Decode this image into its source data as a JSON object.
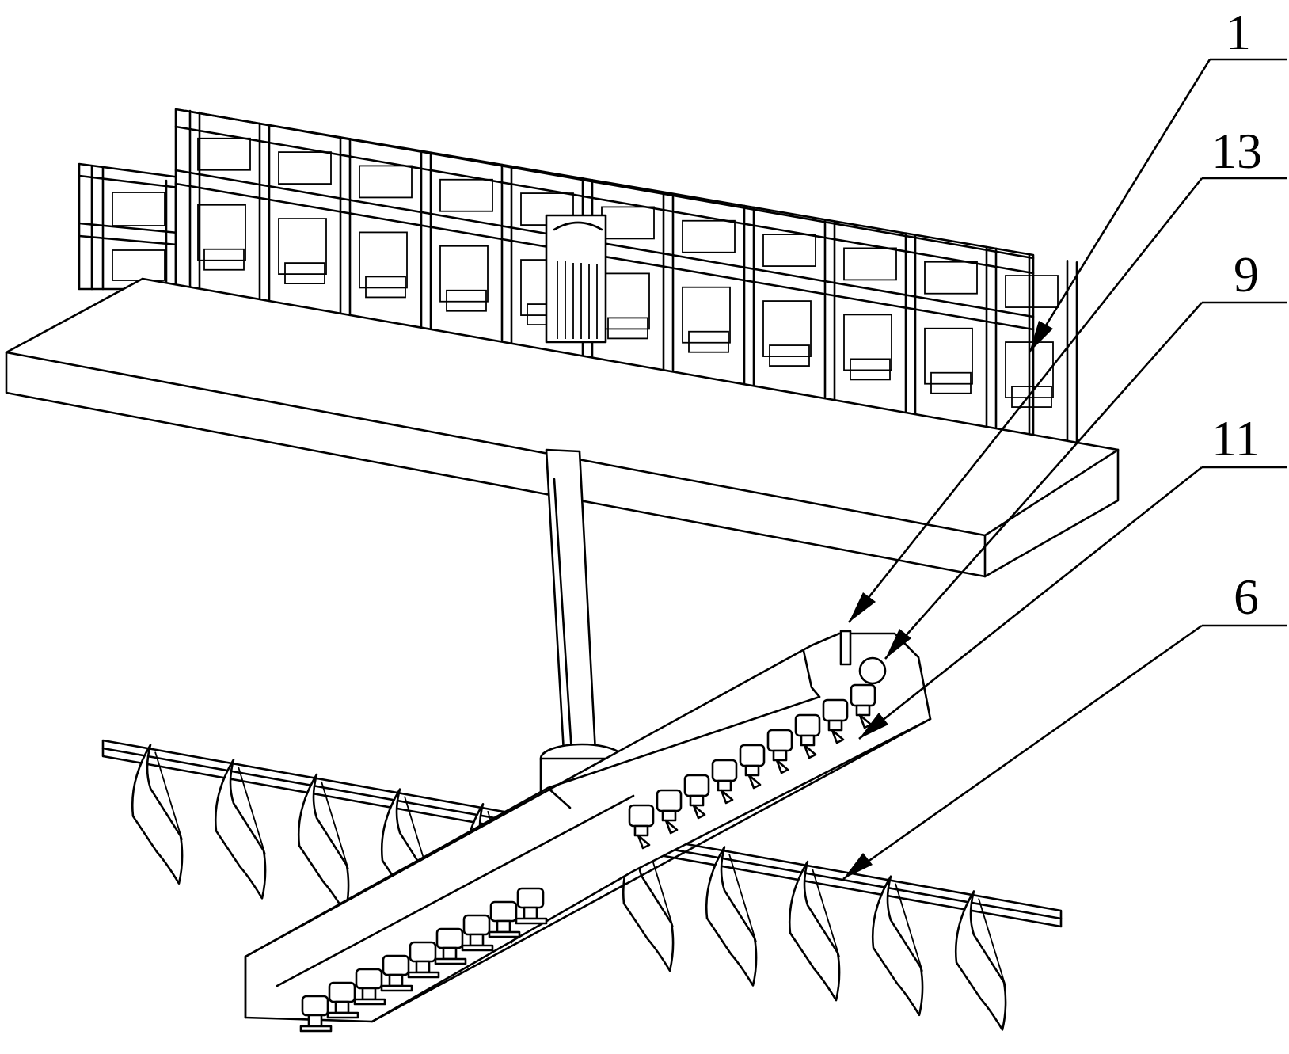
{
  "labels": [
    {
      "id": "1",
      "text": "1"
    },
    {
      "id": "13",
      "text": "13"
    },
    {
      "id": "9",
      "text": "9"
    },
    {
      "id": "11",
      "text": "11"
    },
    {
      "id": "6",
      "text": "6"
    }
  ]
}
